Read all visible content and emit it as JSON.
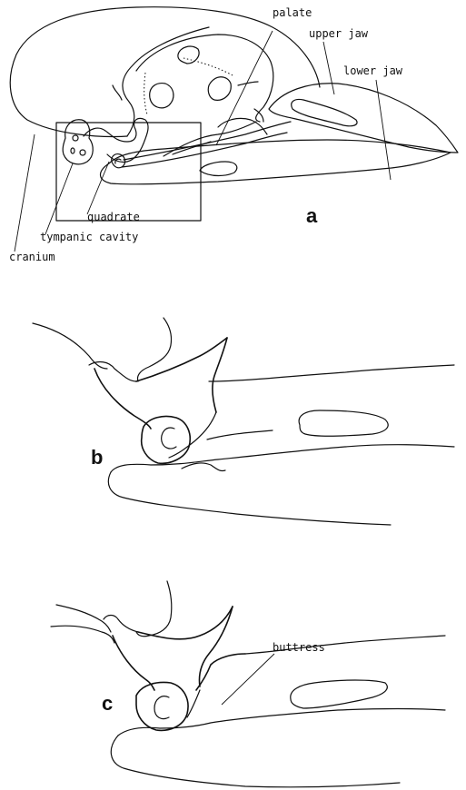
{
  "labels": {
    "palate": "palate",
    "upper_jaw": "upper jaw",
    "lower_jaw": "lower jaw",
    "quadrate": "quadrate",
    "tympanic_cavity": "tympanic cavity",
    "cranium": "cranium",
    "buttress": "buttress"
  },
  "panels": {
    "a": "a",
    "b": "b",
    "c": "c"
  }
}
